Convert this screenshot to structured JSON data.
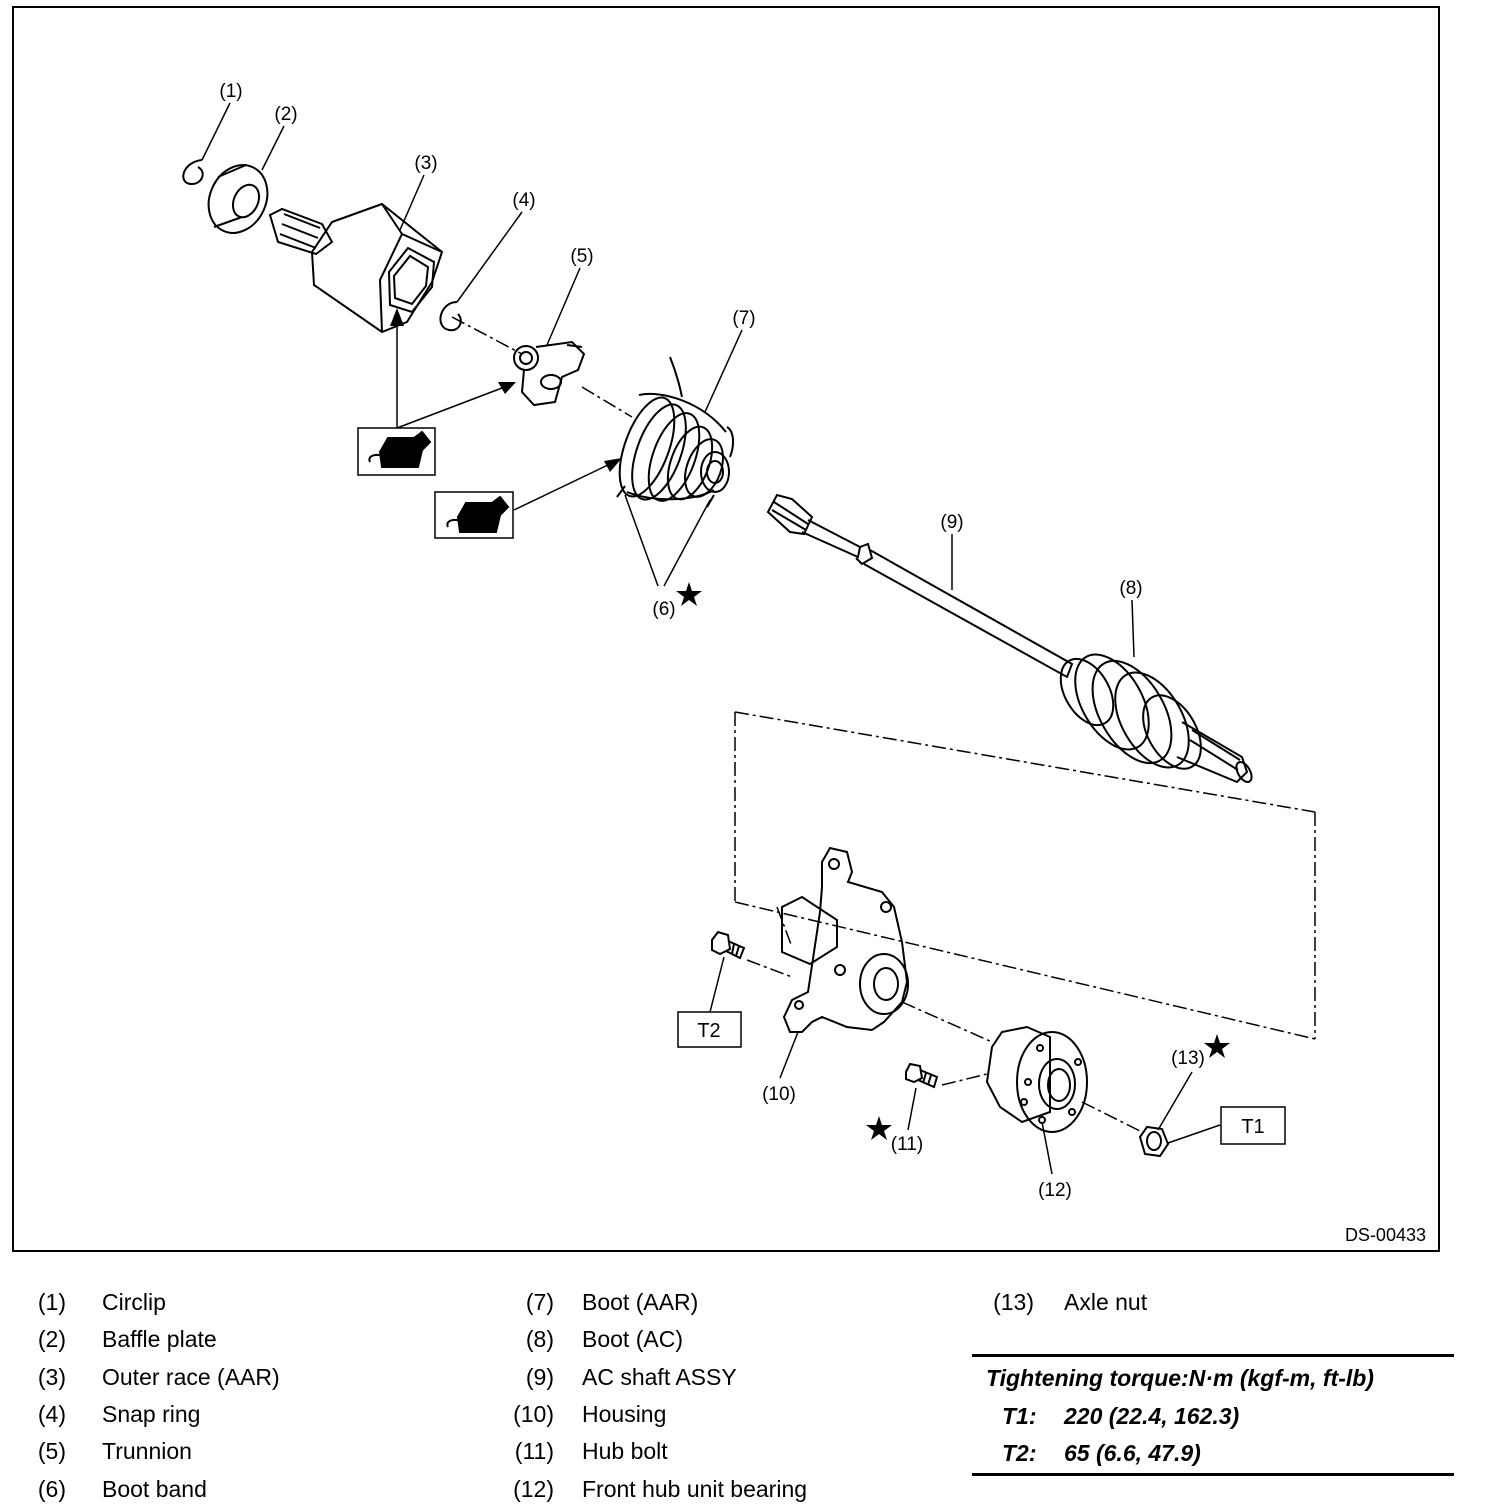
{
  "figure_id": "DS-00433",
  "callouts": [
    "(1)",
    "(2)",
    "(3)",
    "(4)",
    "(5)",
    "(6)",
    "(7)",
    "(8)",
    "(9)",
    "(10)",
    "(11)",
    "(12)",
    "(13)"
  ],
  "torque_boxes": [
    "T1",
    "T2"
  ],
  "legend": [
    {
      "num": "(1)",
      "name": "Circlip"
    },
    {
      "num": "(2)",
      "name": "Baffle plate"
    },
    {
      "num": "(3)",
      "name": "Outer race (AAR)"
    },
    {
      "num": "(4)",
      "name": "Snap ring"
    },
    {
      "num": "(5)",
      "name": "Trunnion"
    },
    {
      "num": "(6)",
      "name": "Boot band"
    },
    {
      "num": "(7)",
      "name": "Boot (AAR)"
    },
    {
      "num": "(8)",
      "name": "Boot (AC)"
    },
    {
      "num": "(9)",
      "name": "AC shaft ASSY"
    },
    {
      "num": "(10)",
      "name": "Housing"
    },
    {
      "num": "(11)",
      "name": "Hub bolt"
    },
    {
      "num": "(12)",
      "name": "Front hub unit bearing"
    },
    {
      "num": "(13)",
      "name": "Axle nut"
    }
  ],
  "torque": {
    "title": "Tightening torque:N·m (kgf-m, ft-lb)",
    "rows": [
      {
        "label": "T1:",
        "value": "220 (22.4, 162.3)"
      },
      {
        "label": "T2:",
        "value": "65 (6.6, 47.9)"
      }
    ]
  }
}
